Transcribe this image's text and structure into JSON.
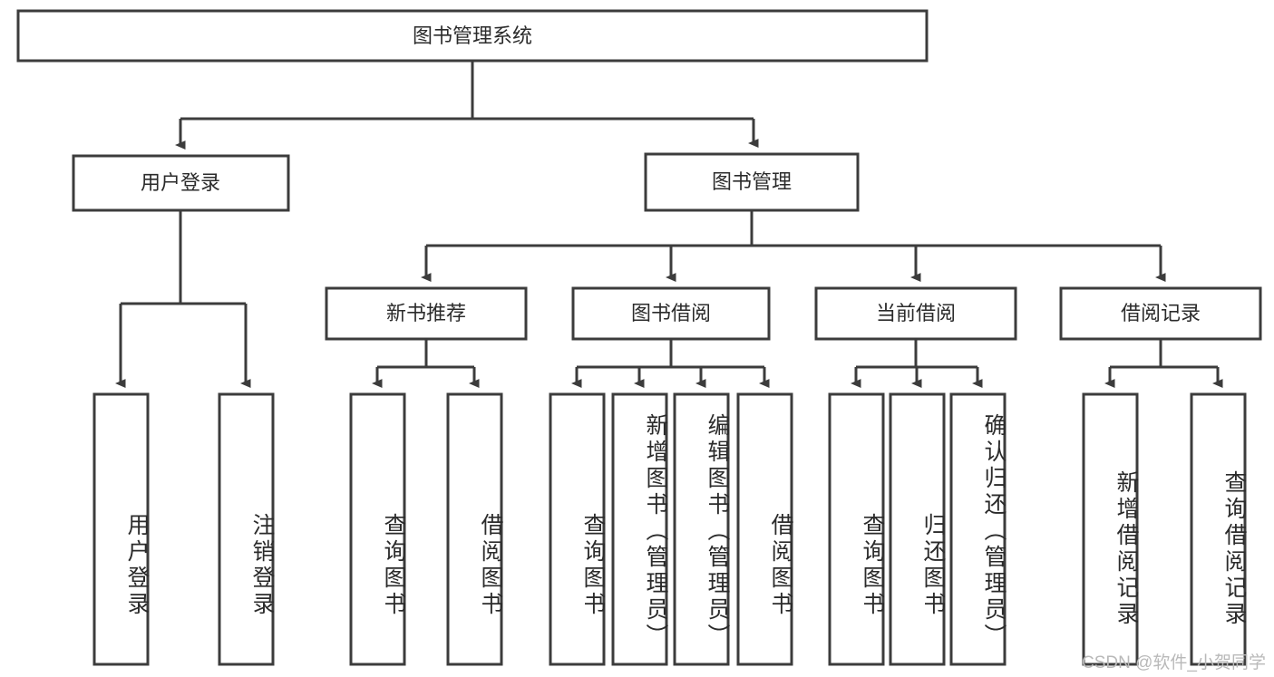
{
  "diagram": {
    "title": "图书管理系统",
    "type": "tree-hierarchy-chart",
    "root": {
      "label": "图书管理系统"
    },
    "level1": [
      {
        "label": "用户登录"
      },
      {
        "label": "图书管理"
      }
    ],
    "level2": [
      {
        "label": "新书推荐"
      },
      {
        "label": "图书借阅"
      },
      {
        "label": "当前借阅"
      },
      {
        "label": "借阅记录"
      }
    ],
    "leaves": [
      {
        "label": "用户登录"
      },
      {
        "label": "注销登录"
      },
      {
        "label": "查询图书"
      },
      {
        "label": "借阅图书"
      },
      {
        "label": "查询图书"
      },
      {
        "label": "新增图书（管理员）"
      },
      {
        "label": "编辑图书（管理员）"
      },
      {
        "label": "借阅图书"
      },
      {
        "label": "查询图书"
      },
      {
        "label": "归还图书"
      },
      {
        "label": "确认归还（管理员）"
      },
      {
        "label": "新增借阅记录"
      },
      {
        "label": "查询借阅记录"
      }
    ]
  },
  "watermark": {
    "text": "CSDN @软件_小贺同学"
  },
  "colors": {
    "stroke": "#3c3c3c",
    "fill": "#ffffff",
    "text": "#2b2b2b",
    "watermark": "#b9b9b9",
    "background": "#ffffff"
  }
}
